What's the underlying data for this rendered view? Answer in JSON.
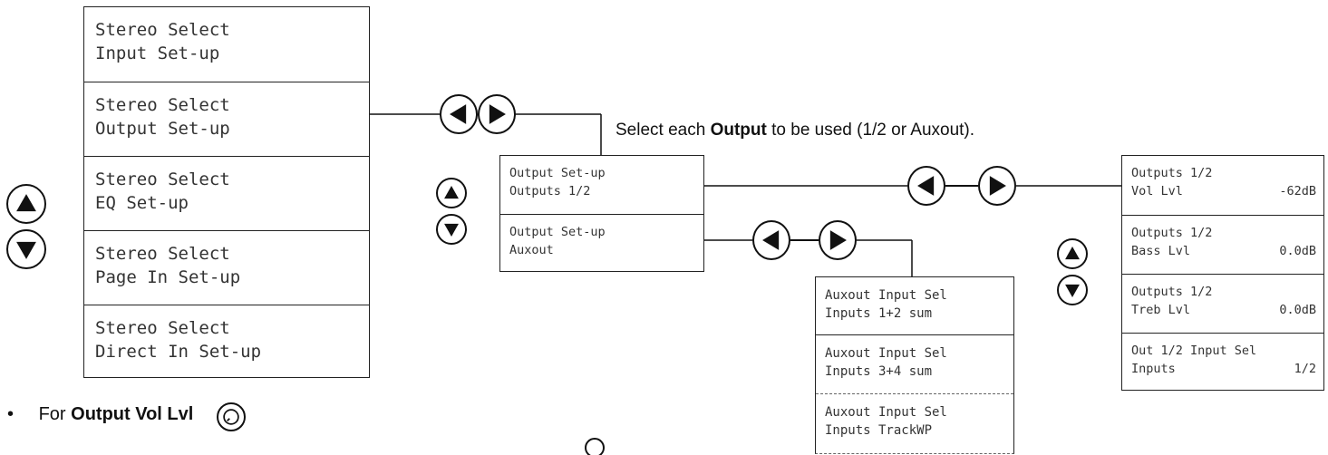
{
  "stereo_menu": [
    {
      "line1": "Stereo Select",
      "line2": "Input Set-up"
    },
    {
      "line1": "Stereo Select",
      "line2": "Output Set-up"
    },
    {
      "line1": "Stereo Select",
      "line2": "EQ Set-up"
    },
    {
      "line1": "Stereo Select",
      "line2": "Page In Set-up"
    },
    {
      "line1": "Stereo Select",
      "line2": "Direct In Set-up"
    }
  ],
  "caption": {
    "prefix": "Select each ",
    "bold": "Output",
    "suffix": " to be used (1/2 or Auxout)."
  },
  "output_menu": [
    {
      "line1": "Output Set-up",
      "line2": "Outputs 1/2"
    },
    {
      "line1": "Output Set-up",
      "line2": "Auxout"
    }
  ],
  "auxout_menu": [
    {
      "line1": "Auxout Input Sel",
      "line2": "Inputs 1+2 sum"
    },
    {
      "line1": "Auxout Input Sel",
      "line2": "Inputs 3+4 sum"
    },
    {
      "line1": "Auxout Input Sel",
      "line2": "Inputs TrackWP"
    }
  ],
  "outputs12_menu": [
    {
      "line1": "Outputs 1/2",
      "line2": "Vol Lvl",
      "value": "-62dB"
    },
    {
      "line1": "Outputs 1/2",
      "line2": "Bass Lvl",
      "value": "0.0dB"
    },
    {
      "line1": "Outputs 1/2",
      "line2": "Treb Lvl",
      "value": "0.0dB"
    },
    {
      "line1": "Out 1/2 Input Sel",
      "line2": "Inputs",
      "value": "1/2"
    }
  ],
  "bullet": {
    "marker": "•",
    "prefix": "For ",
    "bold": "Output Vol Lvl"
  },
  "icons": {
    "up": "up-arrow-button-icon",
    "down": "down-arrow-button-icon",
    "left": "left-arrow-button-icon",
    "right": "right-arrow-button-icon",
    "knob": "rotary-knob-icon"
  }
}
